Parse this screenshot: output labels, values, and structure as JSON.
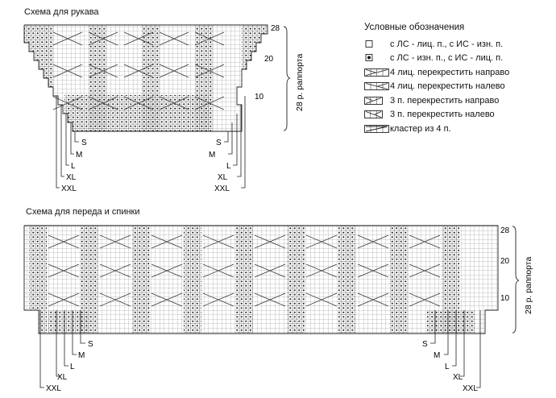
{
  "sleeve": {
    "title": "Схема для рукава",
    "row_labels": [
      "28",
      "20",
      "10"
    ],
    "sizes": [
      "S",
      "M",
      "L",
      "XL",
      "XXL"
    ],
    "repeat_label": "28 р. раппорта"
  },
  "body": {
    "title": "Схема для переда и спинки",
    "row_labels": [
      "28",
      "20",
      "10"
    ],
    "sizes": [
      "S",
      "M",
      "L",
      "XL",
      "XXL"
    ],
    "repeat_label": "28 р. раппорта"
  },
  "legend": {
    "title": "Условные обозначения",
    "items": [
      {
        "icon": "knit-stitch-icon",
        "label": "с ЛС - лиц. п., с ИС - изн. п."
      },
      {
        "icon": "purl-stitch-icon",
        "label": "с ЛС - изн. п., с ИС - лиц. п."
      },
      {
        "icon": "cross-4-right-icon",
        "label": "4 лиц. перекрестить направо"
      },
      {
        "icon": "cross-4-left-icon",
        "label": "4 лиц. перекрестить налево"
      },
      {
        "icon": "cross-3-right-icon",
        "label": "3 п. перекрестить направо"
      },
      {
        "icon": "cross-3-left-icon",
        "label": "3 п. перекрестить налево"
      },
      {
        "icon": "cluster-4-icon",
        "label": "кластер из 4 п."
      }
    ]
  },
  "colors": {
    "grid": "#555555",
    "dot": "#222222",
    "fill": "#e6e6e6"
  }
}
